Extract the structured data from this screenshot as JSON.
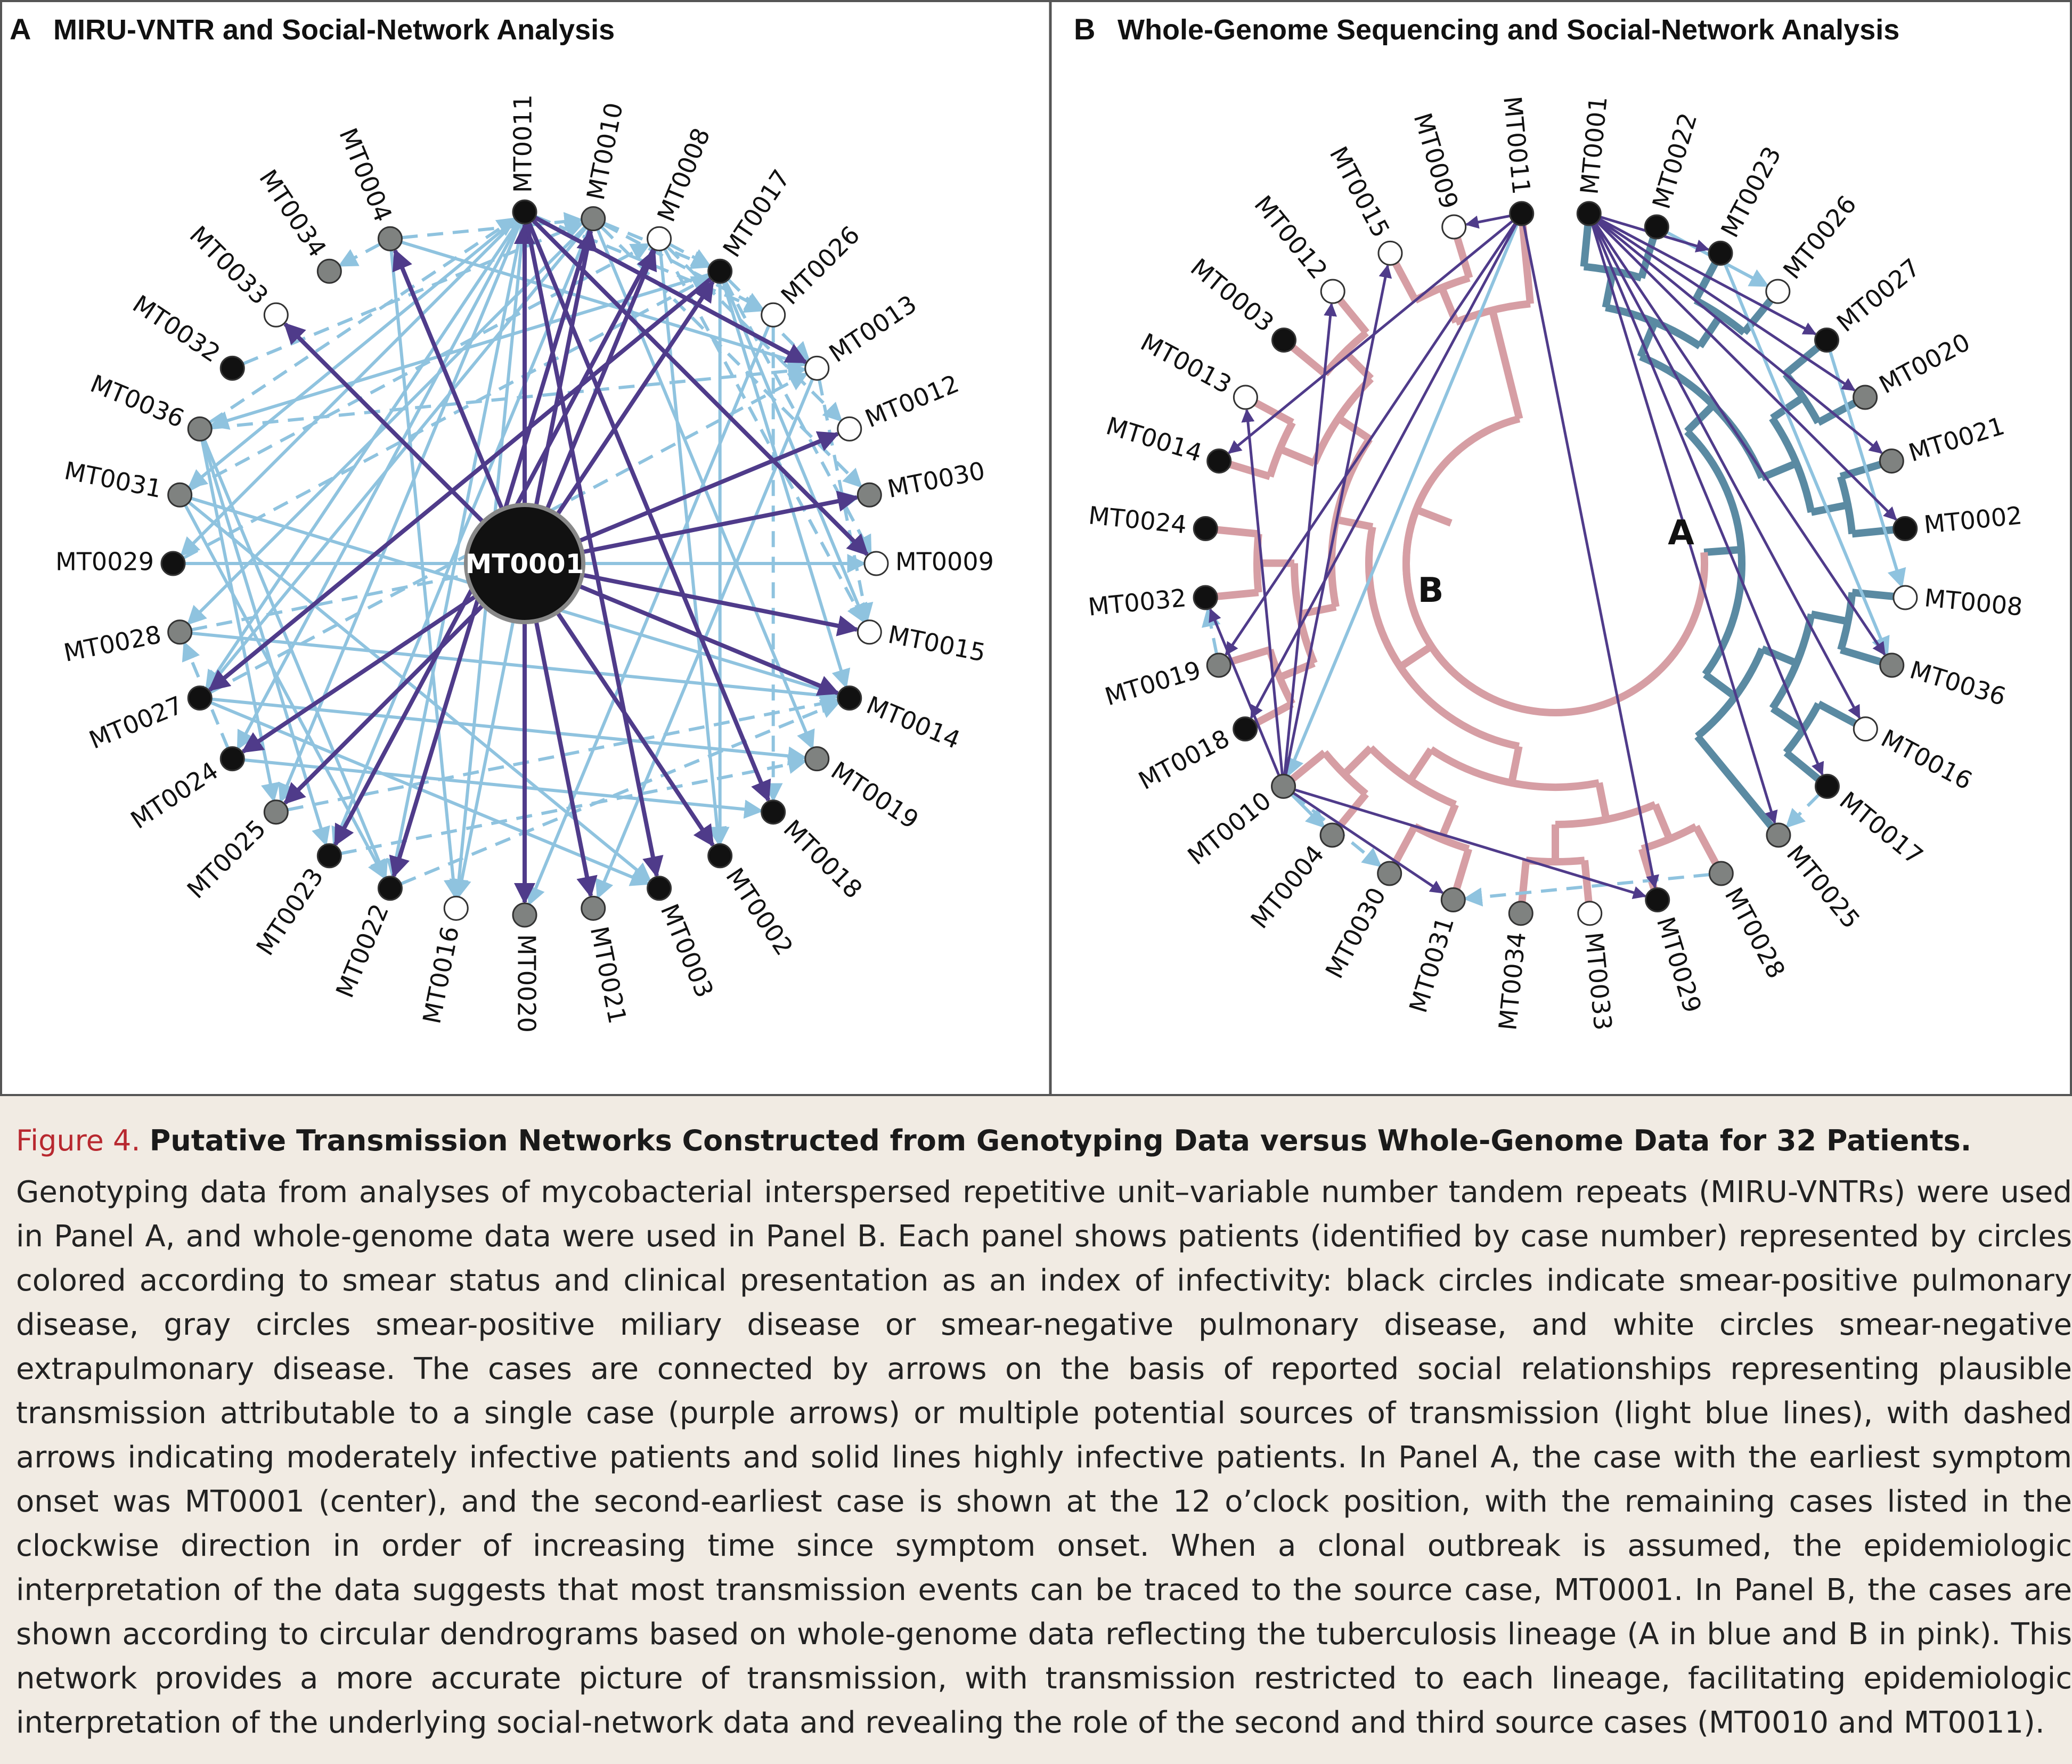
{
  "panelA": {
    "letter": "A",
    "title": "MIRU-VNTR and Social-Network Analysis",
    "center_label": "MT0001",
    "nodes": [
      {
        "id": "MT0011",
        "fill": "black"
      },
      {
        "id": "MT0010",
        "fill": "gray"
      },
      {
        "id": "MT0008",
        "fill": "white"
      },
      {
        "id": "MT0017",
        "fill": "black"
      },
      {
        "id": "MT0026",
        "fill": "white"
      },
      {
        "id": "MT0013",
        "fill": "white"
      },
      {
        "id": "MT0012",
        "fill": "white"
      },
      {
        "id": "MT0030",
        "fill": "gray"
      },
      {
        "id": "MT0009",
        "fill": "white"
      },
      {
        "id": "MT0015",
        "fill": "white"
      },
      {
        "id": "MT0014",
        "fill": "black"
      },
      {
        "id": "MT0019",
        "fill": "gray"
      },
      {
        "id": "MT0018",
        "fill": "black"
      },
      {
        "id": "MT0002",
        "fill": "black"
      },
      {
        "id": "MT0003",
        "fill": "black"
      },
      {
        "id": "MT0021",
        "fill": "gray"
      },
      {
        "id": "MT0020",
        "fill": "gray"
      },
      {
        "id": "MT0016",
        "fill": "white"
      },
      {
        "id": "MT0022",
        "fill": "black"
      },
      {
        "id": "MT0023",
        "fill": "black"
      },
      {
        "id": "MT0025",
        "fill": "gray"
      },
      {
        "id": "MT0024",
        "fill": "black"
      },
      {
        "id": "MT0027",
        "fill": "black"
      },
      {
        "id": "MT0028",
        "fill": "gray"
      },
      {
        "id": "MT0029",
        "fill": "black"
      },
      {
        "id": "MT0031",
        "fill": "gray"
      },
      {
        "id": "MT0036",
        "fill": "gray"
      },
      {
        "id": "MT0032",
        "fill": "black"
      },
      {
        "id": "MT0033",
        "fill": "white"
      },
      {
        "id": "MT0034",
        "fill": "gray"
      },
      {
        "id": "MT0004",
        "fill": "gray"
      }
    ],
    "purple_arrows": [
      [
        "MT0001",
        "MT0011"
      ],
      [
        "MT0001",
        "MT0010"
      ],
      [
        "MT0001",
        "MT0008"
      ],
      [
        "MT0001",
        "MT0017"
      ],
      [
        "MT0001",
        "MT0004"
      ],
      [
        "MT0001",
        "MT0033"
      ],
      [
        "MT0001",
        "MT0012"
      ],
      [
        "MT0001",
        "MT0030"
      ],
      [
        "MT0001",
        "MT0015"
      ],
      [
        "MT0001",
        "MT0014"
      ],
      [
        "MT0001",
        "MT0024"
      ],
      [
        "MT0001",
        "MT0025"
      ],
      [
        "MT0001",
        "MT0020"
      ],
      [
        "MT0001",
        "MT0021"
      ],
      [
        "MT0001",
        "MT0002"
      ],
      [
        "MT0011",
        "MT0013"
      ],
      [
        "MT0011",
        "MT0009"
      ],
      [
        "MT0011",
        "MT0018"
      ],
      [
        "MT0011",
        "MT0003"
      ],
      [
        "MT0010",
        "MT0022"
      ],
      [
        "MT0017",
        "MT0027"
      ],
      [
        "MT0008",
        "MT0023"
      ]
    ],
    "blue_solid": [
      [
        "MT0011",
        "MT0027"
      ],
      [
        "MT0011",
        "MT0031"
      ],
      [
        "MT0011",
        "MT0025"
      ],
      [
        "MT0011",
        "MT0029"
      ],
      [
        "MT0011",
        "MT0016"
      ],
      [
        "MT0011",
        "MT0022"
      ],
      [
        "MT0011",
        "MT0024"
      ],
      [
        "MT0010",
        "MT0023"
      ],
      [
        "MT0010",
        "MT0016"
      ],
      [
        "MT0010",
        "MT0028"
      ],
      [
        "MT0010",
        "MT0027"
      ],
      [
        "MT0010",
        "MT0019"
      ],
      [
        "MT0017",
        "MT0015"
      ],
      [
        "MT0017",
        "MT0036"
      ],
      [
        "MT0017",
        "MT0014"
      ],
      [
        "MT0017",
        "MT0002"
      ],
      [
        "MT0036",
        "MT0023"
      ],
      [
        "MT0036",
        "MT0022"
      ],
      [
        "MT0036",
        "MT0025"
      ],
      [
        "MT0031",
        "MT0014"
      ],
      [
        "MT0031",
        "MT0022"
      ],
      [
        "MT0031",
        "MT0003"
      ],
      [
        "MT0027",
        "MT0019"
      ],
      [
        "MT0027",
        "MT0003"
      ],
      [
        "MT0029",
        "MT0009"
      ],
      [
        "MT0028",
        "MT0014"
      ],
      [
        "MT0024",
        "MT0018"
      ],
      [
        "MT0004",
        "MT0013"
      ],
      [
        "MT0004",
        "MT0016"
      ],
      [
        "MT0008",
        "MT0002"
      ],
      [
        "MT0026",
        "MT0020"
      ],
      [
        "MT0013",
        "MT0021"
      ]
    ],
    "blue_dashed": [
      [
        "MT0004",
        "MT0034"
      ],
      [
        "MT0004",
        "MT0010"
      ],
      [
        "MT0008",
        "MT0017"
      ],
      [
        "MT0010",
        "MT0017"
      ],
      [
        "MT0011",
        "MT0026"
      ],
      [
        "MT0010",
        "MT0026"
      ],
      [
        "MT0017",
        "MT0013"
      ],
      [
        "MT0008",
        "MT0012"
      ],
      [
        "MT0010",
        "MT0030"
      ],
      [
        "MT0017",
        "MT0009"
      ],
      [
        "MT0008",
        "MT0015"
      ],
      [
        "MT0026",
        "MT0018"
      ],
      [
        "MT0036",
        "MT0011"
      ],
      [
        "MT0031",
        "MT0008"
      ],
      [
        "MT0029",
        "MT0017"
      ],
      [
        "MT0028",
        "MT0030"
      ],
      [
        "MT0032",
        "MT0010"
      ],
      [
        "MT0036",
        "MT0013"
      ],
      [
        "MT0025",
        "MT0014"
      ],
      [
        "MT0023",
        "MT0019"
      ],
      [
        "MT0022",
        "MT0014"
      ],
      [
        "MT0024",
        "MT0028"
      ],
      [
        "MT0027",
        "MT0013"
      ],
      [
        "MT0013",
        "MT0015"
      ]
    ]
  },
  "panelB": {
    "letter": "B",
    "title": "Whole-Genome Sequencing and Social-Network Analysis",
    "clade_a_label": "A",
    "clade_b_label": "B",
    "nodes": [
      {
        "id": "MT0001",
        "fill": "black",
        "clade": "A"
      },
      {
        "id": "MT0022",
        "fill": "black",
        "clade": "A"
      },
      {
        "id": "MT0023",
        "fill": "black",
        "clade": "A"
      },
      {
        "id": "MT0026",
        "fill": "white",
        "clade": "A"
      },
      {
        "id": "MT0027",
        "fill": "black",
        "clade": "A"
      },
      {
        "id": "MT0020",
        "fill": "gray",
        "clade": "A"
      },
      {
        "id": "MT0021",
        "fill": "gray",
        "clade": "A"
      },
      {
        "id": "MT0002",
        "fill": "black",
        "clade": "A"
      },
      {
        "id": "MT0008",
        "fill": "white",
        "clade": "A"
      },
      {
        "id": "MT0036",
        "fill": "gray",
        "clade": "A"
      },
      {
        "id": "MT0016",
        "fill": "white",
        "clade": "A"
      },
      {
        "id": "MT0017",
        "fill": "black",
        "clade": "A"
      },
      {
        "id": "MT0025",
        "fill": "gray",
        "clade": "A"
      },
      {
        "id": "MT0028",
        "fill": "gray",
        "clade": "B"
      },
      {
        "id": "MT0029",
        "fill": "black",
        "clade": "B"
      },
      {
        "id": "MT0033",
        "fill": "white",
        "clade": "B"
      },
      {
        "id": "MT0034",
        "fill": "gray",
        "clade": "B"
      },
      {
        "id": "MT0031",
        "fill": "gray",
        "clade": "B"
      },
      {
        "id": "MT0030",
        "fill": "gray",
        "clade": "B"
      },
      {
        "id": "MT0004",
        "fill": "gray",
        "clade": "B"
      },
      {
        "id": "MT0010",
        "fill": "gray",
        "clade": "B"
      },
      {
        "id": "MT0018",
        "fill": "black",
        "clade": "B"
      },
      {
        "id": "MT0019",
        "fill": "gray",
        "clade": "B"
      },
      {
        "id": "MT0032",
        "fill": "black",
        "clade": "B"
      },
      {
        "id": "MT0024",
        "fill": "black",
        "clade": "B"
      },
      {
        "id": "MT0014",
        "fill": "black",
        "clade": "B"
      },
      {
        "id": "MT0013",
        "fill": "white",
        "clade": "B"
      },
      {
        "id": "MT0003",
        "fill": "black",
        "clade": "B"
      },
      {
        "id": "MT0012",
        "fill": "white",
        "clade": "B"
      },
      {
        "id": "MT0015",
        "fill": "white",
        "clade": "B"
      },
      {
        "id": "MT0009",
        "fill": "white",
        "clade": "B"
      },
      {
        "id": "MT0011",
        "fill": "black",
        "clade": "B"
      }
    ],
    "purple_arrows": [
      [
        "MT0001",
        "MT0023"
      ],
      [
        "MT0001",
        "MT0027"
      ],
      [
        "MT0001",
        "MT0020"
      ],
      [
        "MT0001",
        "MT0021"
      ],
      [
        "MT0001",
        "MT0002"
      ],
      [
        "MT0001",
        "MT0017"
      ],
      [
        "MT0001",
        "MT0025"
      ],
      [
        "MT0001",
        "MT0036"
      ],
      [
        "MT0001",
        "MT0016"
      ],
      [
        "MT0011",
        "MT0009"
      ],
      [
        "MT0011",
        "MT0014"
      ],
      [
        "MT0011",
        "MT0018"
      ],
      [
        "MT0011",
        "MT0019"
      ],
      [
        "MT0011",
        "MT0029"
      ],
      [
        "MT0010",
        "MT0015"
      ],
      [
        "MT0010",
        "MT0012"
      ],
      [
        "MT0010",
        "MT0029"
      ],
      [
        "MT0010",
        "MT0031"
      ],
      [
        "MT0010",
        "MT0032"
      ],
      [
        "MT0010",
        "MT0013"
      ]
    ],
    "blue_solid": [
      [
        "MT0022",
        "MT0026"
      ],
      [
        "MT0023",
        "MT0036"
      ],
      [
        "MT0027",
        "MT0008"
      ],
      [
        "MT0011",
        "MT0010"
      ],
      [
        "MT0010",
        "MT0004"
      ]
    ],
    "blue_dashed": [
      [
        "MT0017",
        "MT0025"
      ],
      [
        "MT0028",
        "MT0031"
      ],
      [
        "MT0010",
        "MT0030"
      ],
      [
        "MT0019",
        "MT0032"
      ]
    ]
  },
  "caption": {
    "figure_number": "Figure 4.",
    "title": "Putative Transmission Networks Constructed from Genotyping Data versus Whole-Genome Data for 32 Patients.",
    "body": "Genotyping data from analyses of mycobacterial interspersed repetitive unit–variable number tandem repeats (MIRU-VNTRs) were used in Panel A, and whole-genome data were used in Panel B. Each panel shows patients (identified by case number) represented by circles colored according to smear status and clinical presentation as an index of infectivity: black circles indicate smear-positive pulmonary disease, gray circles smear-positive miliary disease or smear-negative pulmonary disease, and white circles smear-negative extrapulmonary disease. The cases are connected by arrows on the basis of reported social relationships representing plausible transmission attributable to a single case (purple arrows) or multiple potential sources of transmission (light blue lines), with dashed arrows indicating moderately infective patients and solid lines highly infective patients. In Panel A, the case with the earliest symptom onset was MT0001 (center), and the second-earliest case is shown at the 12 o’clock position, with the remaining cases listed in the clockwise direction in order of increasing time since symptom onset. When a clonal outbreak is assumed, the epidemiologic interpretation of the data suggests that most transmission events can be traced to the source case, MT0001. In Panel B, the cases are shown according to circular dendrograms based on whole-genome data reflecting the tuberculosis lineage (A in blue and B in pink). This network provides a more accurate picture of transmission, with transmission restricted to each lineage, facilitating epidemiologic interpretation of the underlying social-network data and revealing the role of the second and third source cases (MT0010 and MT0011)."
  },
  "colors": {
    "purple": "#4f3b8a",
    "light_blue": "#8fc3df",
    "clade_a_blue": "#5a8aa2",
    "clade_b_pink": "#d69ea4",
    "node_black": "#111111",
    "node_gray": "#7f8280",
    "node_white": "#ffffff",
    "caption_bg": "#f1ebe3",
    "figure_red": "#b8282f",
    "border": "#555555"
  }
}
